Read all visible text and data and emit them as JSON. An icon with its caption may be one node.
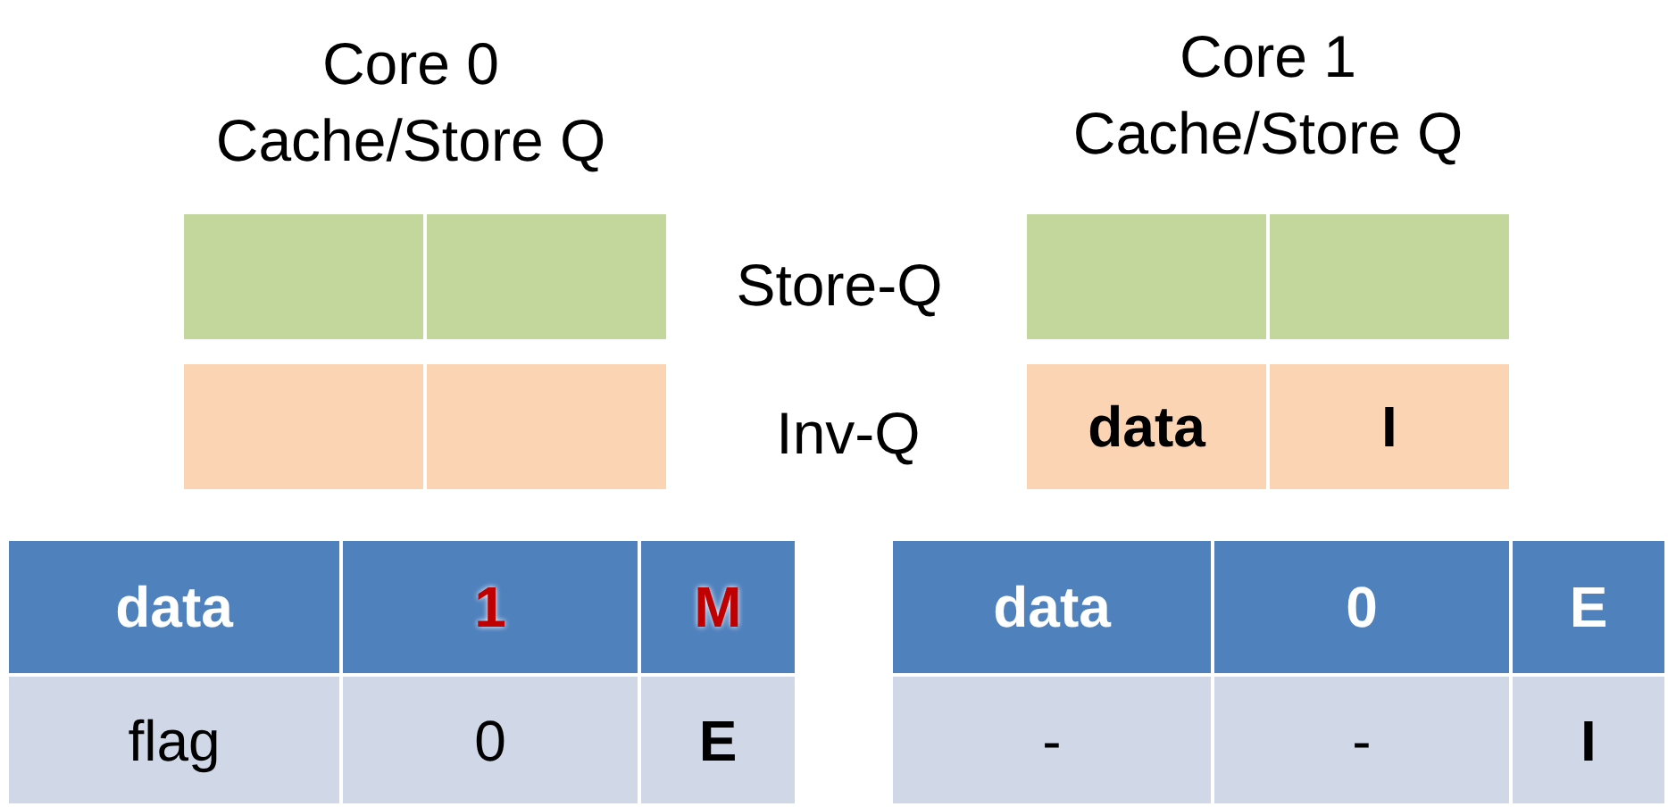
{
  "diagram": {
    "nodes": [
      {
        "text": [],
        "shape": "box"
      },
      {
        "text": [],
        "shape": "box"
      },
      {
        "text": [],
        "shape": "box"
      },
      {
        "text": [],
        "shape": "box"
      },
      {
        "text": [],
        "shape": "box"
      },
      {
        "text": [],
        "shape": "box"
      },
      {
        "text": [
          "data"
        ]
      },
      {
        "text": [
          "I"
        ]
      },
      {
        "text": [
          "data"
        ]
      },
      {
        "text": [
          "1"
        ]
      },
      {
        "text": [
          "M"
        ]
      },
      {
        "text": [
          "data"
        ]
      },
      {
        "text": [
          "0"
        ]
      },
      {
        "text": [
          "E"
        ]
      },
      {
        "text": [
          "flag"
        ]
      },
      {
        "text": [
          "0"
        ]
      },
      {
        "text": [
          "E"
        ]
      },
      {
        "text": [
          "-"
        ]
      },
      {
        "text": [
          "-"
        ]
      },
      {
        "text": [
          "I"
        ]
      }
    ],
    "labels": [
      "Core 0 Cache/Store Q",
      "Core 1 Cache/Store Q",
      "Store-Q",
      "Inv-Q"
    ]
  }
}
